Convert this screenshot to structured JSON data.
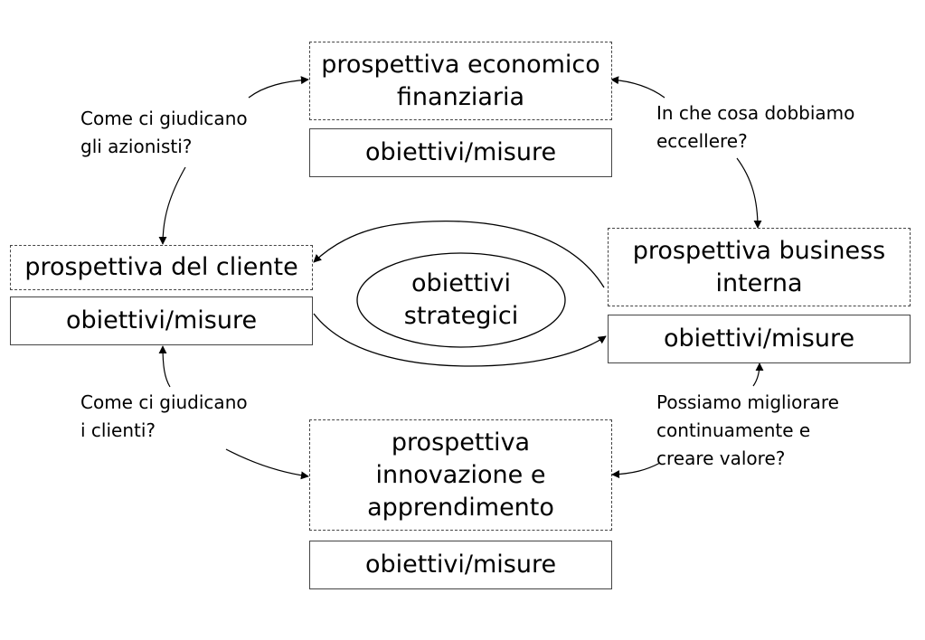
{
  "perspectives": {
    "financial": {
      "title_line1": "prospettiva economico",
      "title_line2": "finanziaria",
      "measures": "obiettivi/misure"
    },
    "customer": {
      "title": "prospettiva del cliente",
      "measures": "obiettivi/misure"
    },
    "internal": {
      "title_line1": "prospettiva business",
      "title_line2": "interna",
      "measures": "obiettivi/misure"
    },
    "learning": {
      "title_line1": "prospettiva",
      "title_line2": "innovazione e",
      "title_line3": "apprendimento",
      "measures": "obiettivi/misure"
    }
  },
  "center": {
    "line1": "obiettivi",
    "line2": "strategici"
  },
  "questions": {
    "shareholders": {
      "line1": "Come ci giudicano",
      "line2": "gli azionisti?"
    },
    "excel": {
      "line1": "In che cosa dobbiamo",
      "line2": "eccellere?"
    },
    "clients": {
      "line1": "Come ci giudicano",
      "line2": "i clienti?"
    },
    "improve": {
      "line1": "Possiamo migliorare",
      "line2": "continuamente e",
      "line3": "creare valore?"
    }
  }
}
